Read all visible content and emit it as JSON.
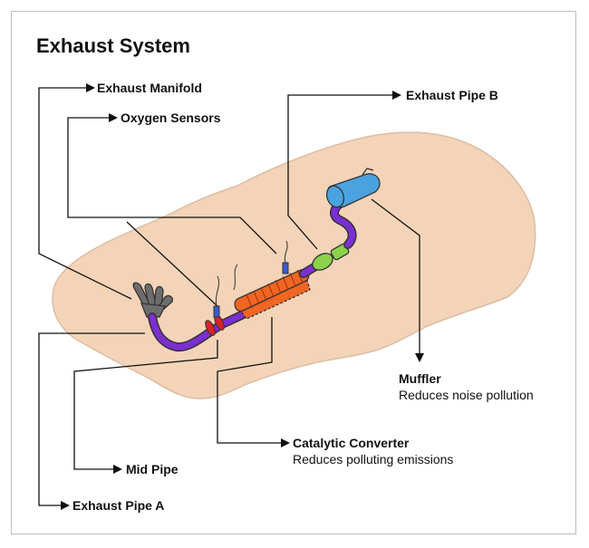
{
  "title": "Exhaust System",
  "labels": {
    "exhaust_manifold": "Exhaust Manifold",
    "oxygen_sensors": "Oxygen Sensors",
    "exhaust_pipe_b": "Exhaust Pipe B",
    "muffler": "Muffler",
    "muffler_desc": "Reduces noise pollution",
    "catalytic_converter": "Catalytic Converter",
    "catalytic_converter_desc": "Reduces polluting emissions",
    "mid_pipe": "Mid Pipe",
    "exhaust_pipe_a": "Exhaust Pipe A"
  },
  "colors": {
    "car_body": "#f4d4b8",
    "car_outline": "#dcbda3",
    "pipe": "#7b2fd0",
    "manifold": "#6d6d6d",
    "catalytic": "#f26522",
    "muffler": "#4aa3df",
    "resonator": "#8bd14a",
    "flange": "#d8232a",
    "sensor": "#3a5bd0"
  }
}
